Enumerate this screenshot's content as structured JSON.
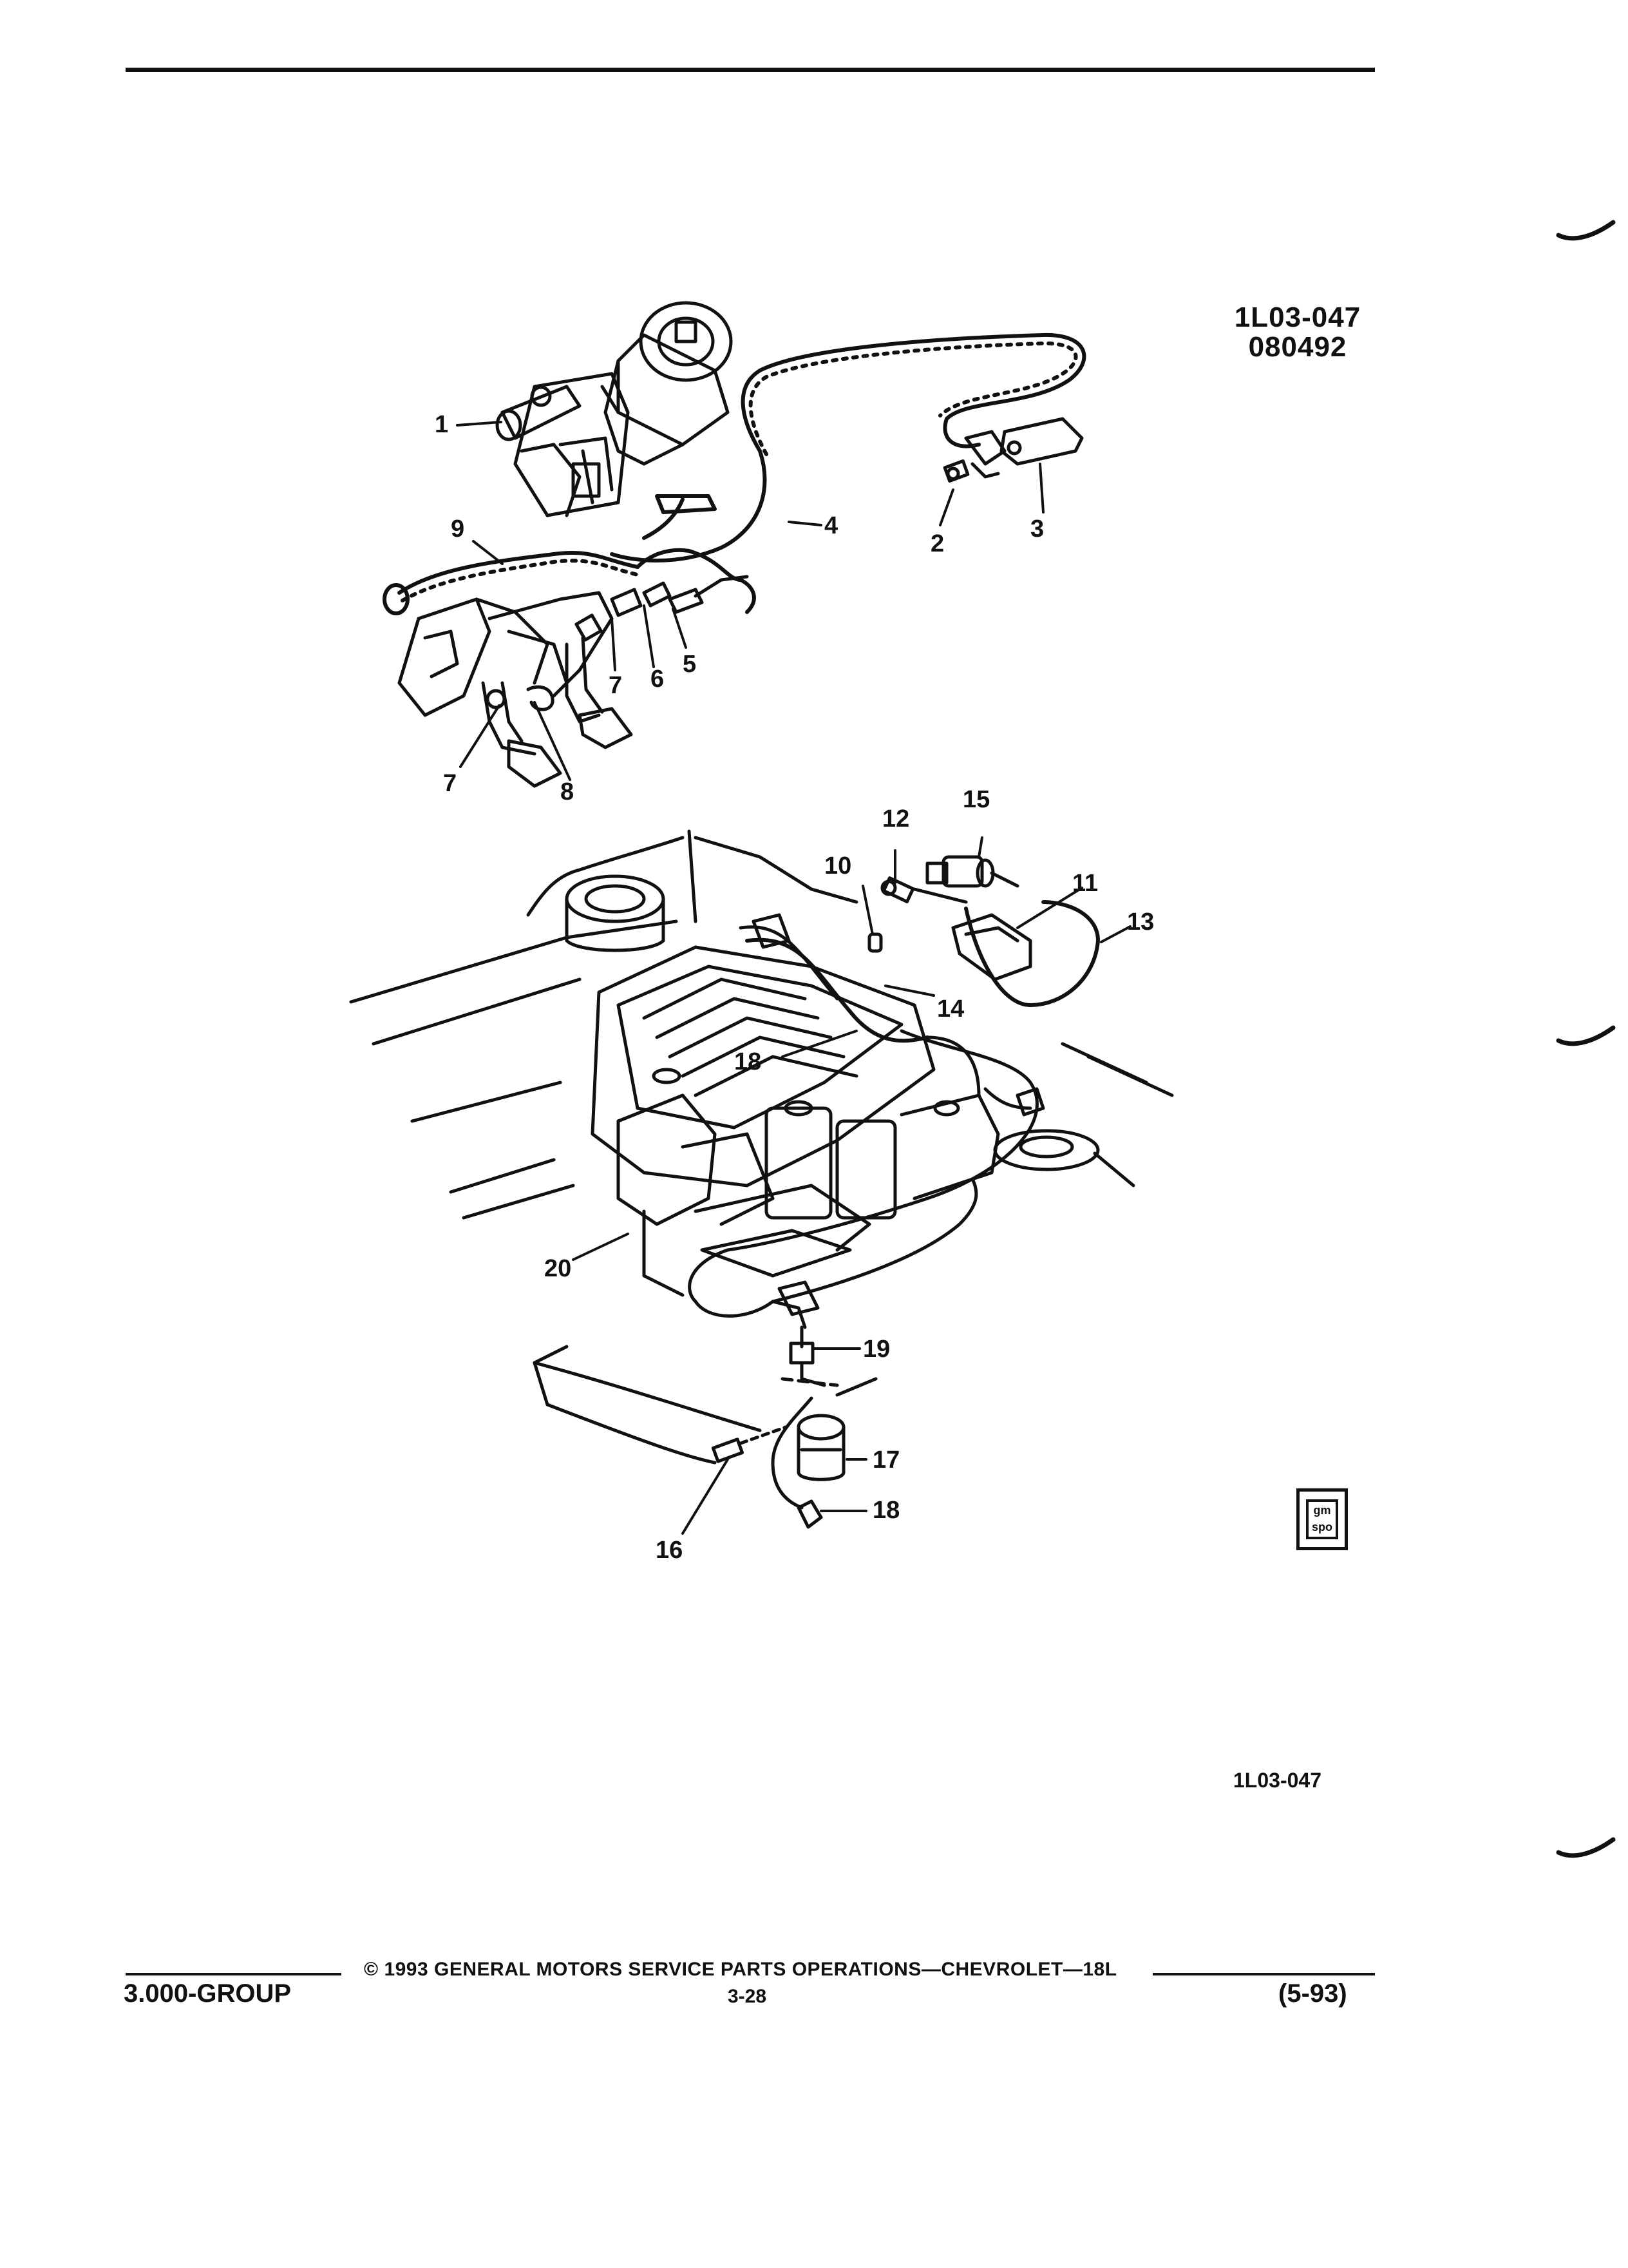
{
  "figure": {
    "code_top_line1": "1L03-047",
    "code_top_line2": "080492",
    "code_bottom": "1L03-047"
  },
  "callouts": [
    "1",
    "2",
    "3",
    "4",
    "5",
    "6",
    "7",
    "7",
    "8",
    "9",
    "10",
    "11",
    "12",
    "13",
    "14",
    "15",
    "16",
    "17",
    "18",
    "18",
    "19",
    "20"
  ],
  "logo": {
    "text_top": "gm",
    "text_bottom": "spo"
  },
  "footer": {
    "copyright": "©  1993  GENERAL MOTORS SERVICE PARTS OPERATIONS—CHEVROLET—18L",
    "group": "3.000-GROUP",
    "page": "3-28",
    "date": "(5-93)"
  }
}
